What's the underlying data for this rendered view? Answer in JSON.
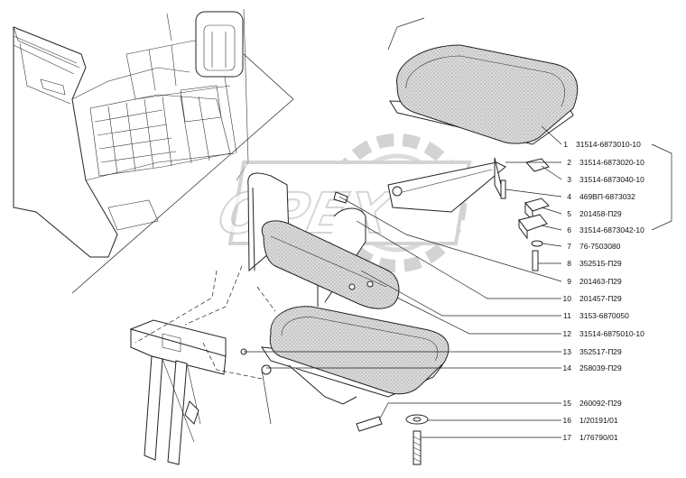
{
  "watermark": {
    "text": "OPEX"
  },
  "parts": [
    {
      "num": "1",
      "code": "31514-6873010-10"
    },
    {
      "num": "2",
      "code": "31514-6873020-10"
    },
    {
      "num": "3",
      "code": "31514-6873040-10"
    },
    {
      "num": "4",
      "code": "469ВП-6873032"
    },
    {
      "num": "5",
      "code": "201458-П29"
    },
    {
      "num": "6",
      "code": "31514-6873042-10"
    },
    {
      "num": "7",
      "code": "76-7503080"
    },
    {
      "num": "8",
      "code": "352515-П29"
    },
    {
      "num": "9",
      "code": "201463-П29"
    },
    {
      "num": "10",
      "code": "201457-П29"
    },
    {
      "num": "11",
      "code": "3153-6870050"
    },
    {
      "num": "12",
      "code": "31514-6875010-10"
    },
    {
      "num": "13",
      "code": "352517-П29"
    },
    {
      "num": "14",
      "code": "258039-П29"
    },
    {
      "num": "15",
      "code": "260092-П29"
    },
    {
      "num": "16",
      "code": "1/20191/01"
    },
    {
      "num": "17",
      "code": "1/76790/01"
    }
  ]
}
